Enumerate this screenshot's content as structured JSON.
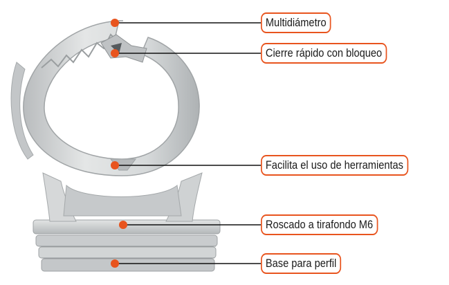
{
  "callouts": [
    {
      "id": "multidiametro",
      "label": "Multidiámetro"
    },
    {
      "id": "cierre",
      "label": "Cierre rápido con bloqueo"
    },
    {
      "id": "herramientas",
      "label": "Facilita el uso de herramientas"
    },
    {
      "id": "roscado",
      "label": "Roscado a tirafondo M6"
    },
    {
      "id": "base",
      "label": "Base para perfil"
    }
  ],
  "colors": {
    "accent": "#e8541e",
    "plastic": "#d9dcdc",
    "plastic_shadow": "#a9adaf",
    "leader": "#111111"
  }
}
